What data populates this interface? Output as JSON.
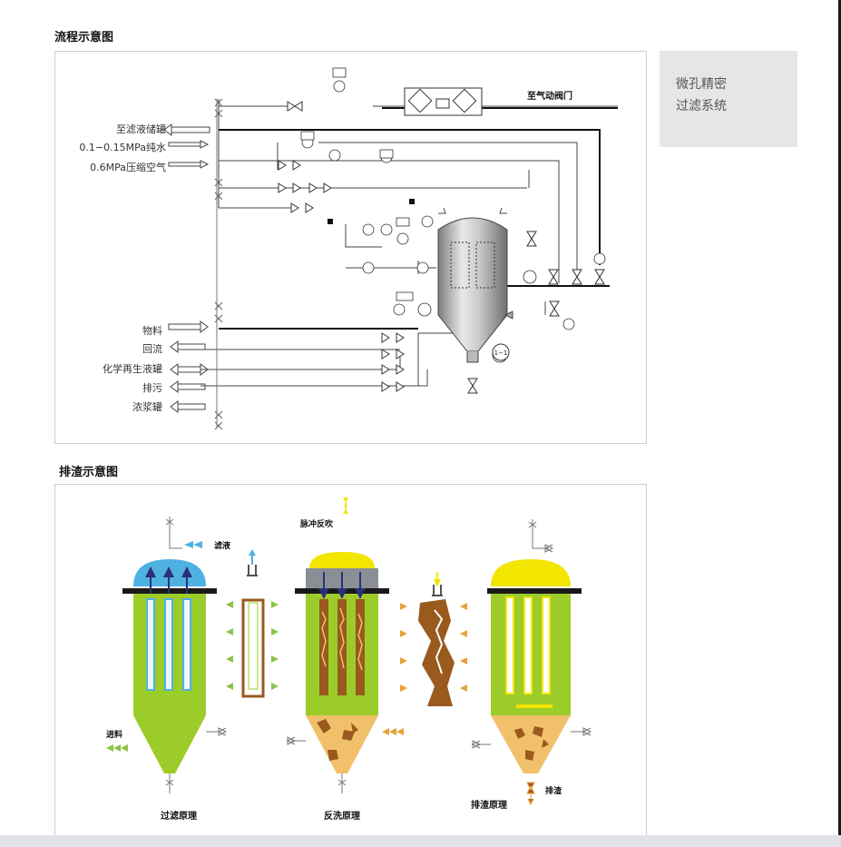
{
  "titles": {
    "flow": "流程示意图",
    "slag": "排渣示意图"
  },
  "side_box": {
    "line1": "微孔精密",
    "line2": "过滤系统"
  },
  "flow": {
    "to_actuator": "至气动阀门",
    "left_labels": [
      "至滤液储罐",
      "0.1−0.15MPa纯水",
      "0.6MPa压缩空气",
      "物料",
      "回流",
      "化学再生液罐",
      "排污",
      "浓浆罐"
    ],
    "vessel_tag": "1−1"
  },
  "slag": {
    "filtrate": "滤液",
    "pulse": "脉冲反吹",
    "feed": "进料",
    "discharge": "排渣",
    "captions": [
      "过滤原理",
      "反洗原理",
      "排渣原理"
    ]
  },
  "colors": {
    "green": "#9ccc2a",
    "blue": "#4fb1e2",
    "yellow": "#f2e500",
    "gray": "#8a8f96",
    "sand": "#f1c06a",
    "brown": "#9a5a1e",
    "arrow_green": "#8bc34a",
    "arrow_orange": "#e8a23a",
    "arrow_navy": "#2a2f7a"
  }
}
